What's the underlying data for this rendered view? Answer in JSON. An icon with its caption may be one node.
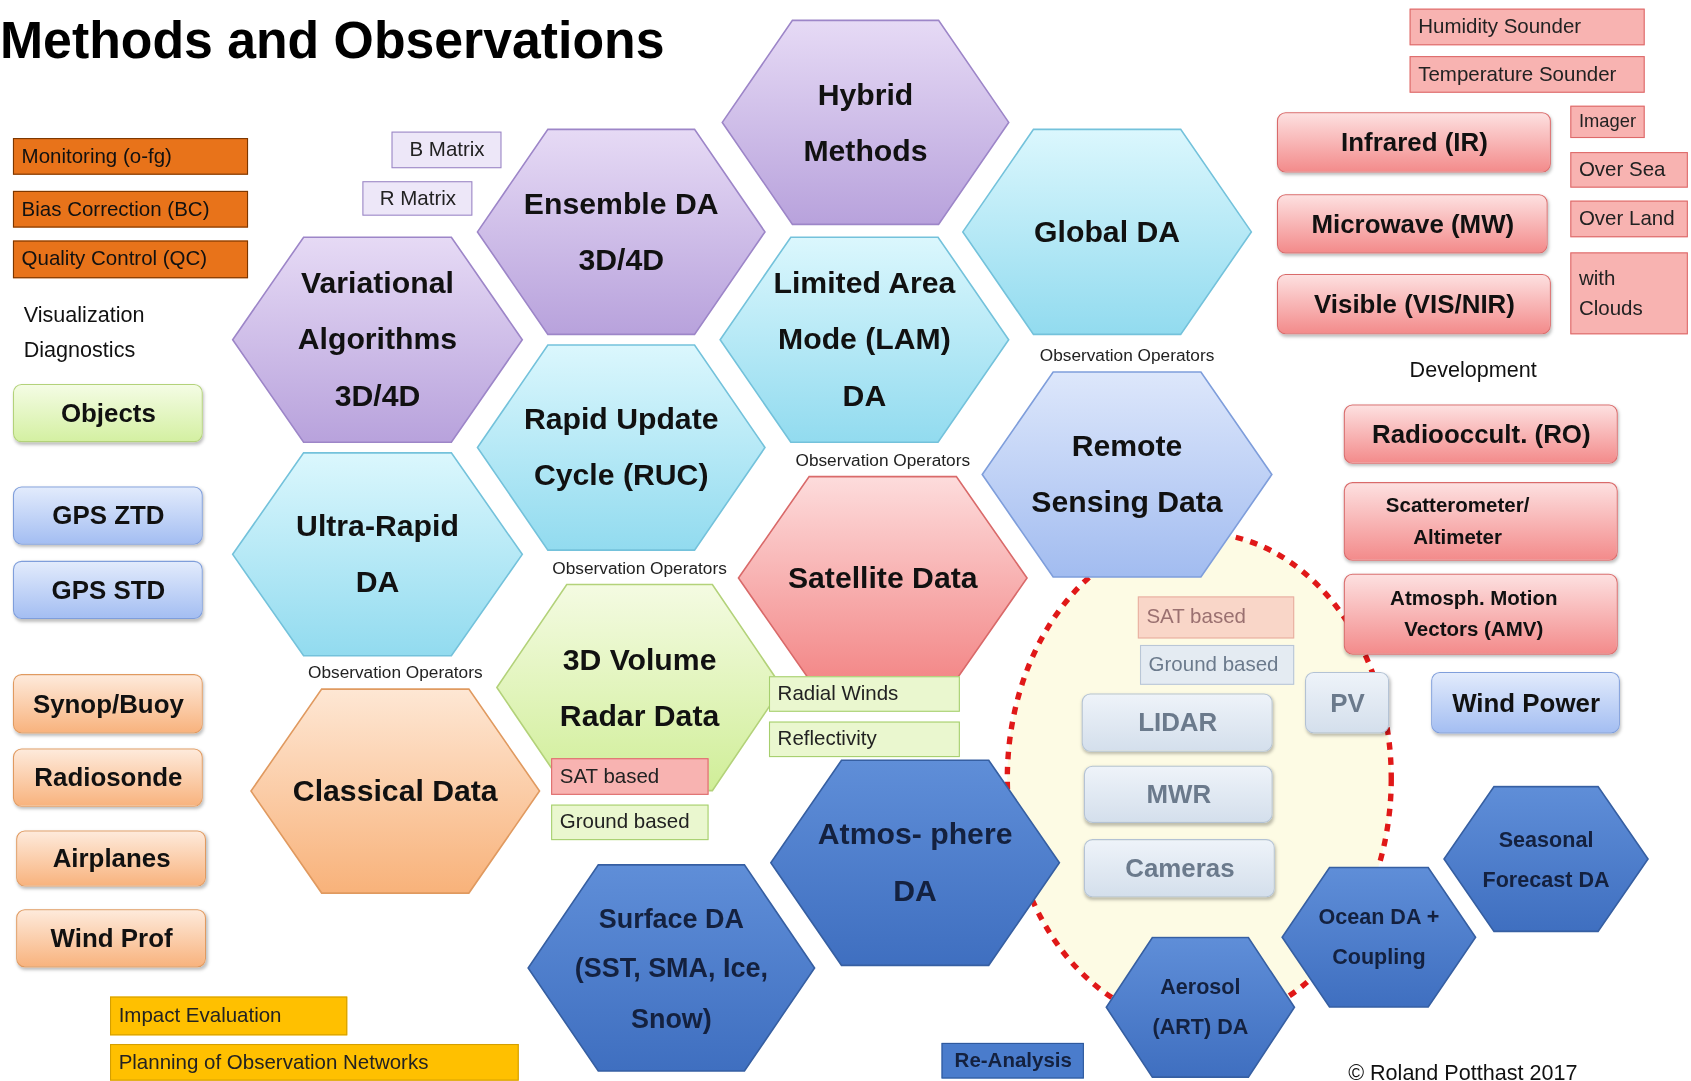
{
  "diagram": {
    "title": "Methods and Observations",
    "nodes": [
      {
        "text": [
          "Humidity Sounder"
        ]
      },
      {
        "text": [
          "Temperature Sounder"
        ]
      },
      {
        "text": [
          "Hybrid Methods"
        ]
      },
      {
        "text": [
          "Monitoring (o-fg)"
        ]
      },
      {
        "text": [
          "B Matrix"
        ]
      },
      {
        "text": [
          "Ensemble DA 3D/4D"
        ]
      },
      {
        "text": [
          "Global DA"
        ]
      },
      {
        "text": [
          "Infrared (IR)"
        ]
      },
      {
        "text": [
          "Imager"
        ]
      },
      {
        "text": [
          "Over Sea"
        ]
      },
      {
        "text": [
          "R Matrix"
        ]
      },
      {
        "text": [
          "Bias Correction (BC)"
        ]
      },
      {
        "text": [
          "Microwave (MW)"
        ]
      },
      {
        "text": [
          "Over Land"
        ]
      },
      {
        "text": [
          "Quality Control (QC)"
        ]
      },
      {
        "text": [
          "Variational Algorithms 3D/4D"
        ]
      },
      {
        "text": [
          "Limited Area Mode (LAM) DA"
        ]
      },
      {
        "text": [
          "Visible (VIS/NIR)"
        ]
      },
      {
        "text": [
          "with Clouds"
        ]
      },
      {
        "text": [
          "Objects"
        ]
      },
      {
        "text": [
          "Rapid Update Cycle (RUC)"
        ]
      },
      {
        "text": [
          "Remote Sensing Data"
        ],
        "beside": [
          "Observation Operators"
        ]
      },
      {
        "text": [
          "Radiooccult. (RO)"
        ]
      },
      {
        "text": [
          "GPS ZTD"
        ]
      },
      {
        "text": [
          "Ultra-Rapid DA"
        ]
      },
      {
        "text": [
          "Satellite Data"
        ],
        "beside": [
          "Observation Operators"
        ]
      },
      {
        "text": [
          "Scatterometer/ Altimeter"
        ]
      },
      {
        "text": [
          "GPS STD"
        ]
      },
      {
        "text": [
          "3D Volume Radar Data"
        ],
        "beside": [
          "Observation Operators"
        ]
      },
      {
        "text": [
          "SAT based"
        ]
      },
      {
        "text": [
          "Atmosph. Motion Vectors (AMV)"
        ]
      },
      {
        "text": [
          "Ground based"
        ]
      },
      {
        "text": [
          "Synop/Buoy"
        ]
      },
      {
        "text": [
          "Classical Data"
        ],
        "beside": [
          "Observation Operators"
        ]
      },
      {
        "text": [
          "Radial Winds"
        ]
      },
      {
        "text": [
          "LIDAR"
        ]
      },
      {
        "text": [
          "PV"
        ]
      },
      {
        "text": [
          "Wind Power"
        ]
      },
      {
        "text": [
          "Reflectivity"
        ]
      },
      {
        "text": [
          "Radiosonde"
        ]
      },
      {
        "text": [
          "SAT based"
        ]
      },
      {
        "text": [
          "Atmos- phere DA"
        ]
      },
      {
        "text": [
          "MWR"
        ]
      },
      {
        "text": [
          "Seasonal Forecast DA"
        ]
      },
      {
        "text": [
          "Ground based"
        ]
      },
      {
        "text": [
          "Airplanes"
        ]
      },
      {
        "text": [
          "Cameras"
        ]
      },
      {
        "text": [
          "Surface DA (SST, SMA, Ice, Snow)"
        ]
      },
      {
        "text": [
          "Ocean DA + Coupling"
        ]
      },
      {
        "text": [
          "Wind Prof"
        ]
      },
      {
        "text": [
          "Aerosol (ART) DA"
        ]
      },
      {
        "text": [
          "Impact Evaluation"
        ]
      },
      {
        "text": [
          "Planning of Observation Networks"
        ]
      },
      {
        "text": [
          "Re-Analysis"
        ]
      }
    ],
    "labels": [
      "Visualization Diagnostics",
      "Development",
      "© Roland Potthast 2017"
    ]
  }
}
